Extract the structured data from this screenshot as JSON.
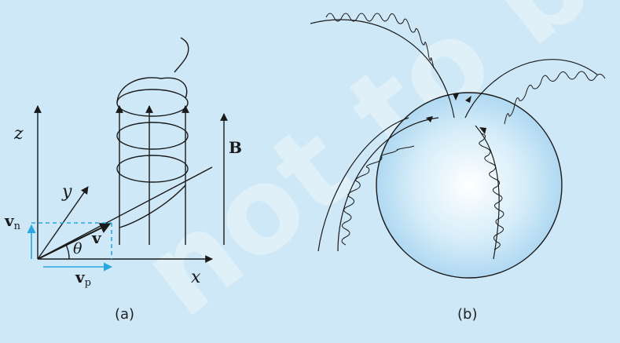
{
  "panel_a": {
    "z_label": "z",
    "y_label": "y",
    "x_label": "x",
    "B_label": "B",
    "v_label": "v",
    "vn_main": "v",
    "vn_sub": "n",
    "vp_main": "v",
    "vp_sub": "p",
    "theta_label": "θ",
    "caption": "(a)"
  },
  "panel_b": {
    "caption": "(b)"
  },
  "watermark": "not to be",
  "colors": {
    "background": "#cfe8f7",
    "line": "#1a1a1a",
    "velocity_components": "#29a8e0",
    "sphere_center": "#ffffff",
    "sphere_edge": "#a9d6f0"
  }
}
